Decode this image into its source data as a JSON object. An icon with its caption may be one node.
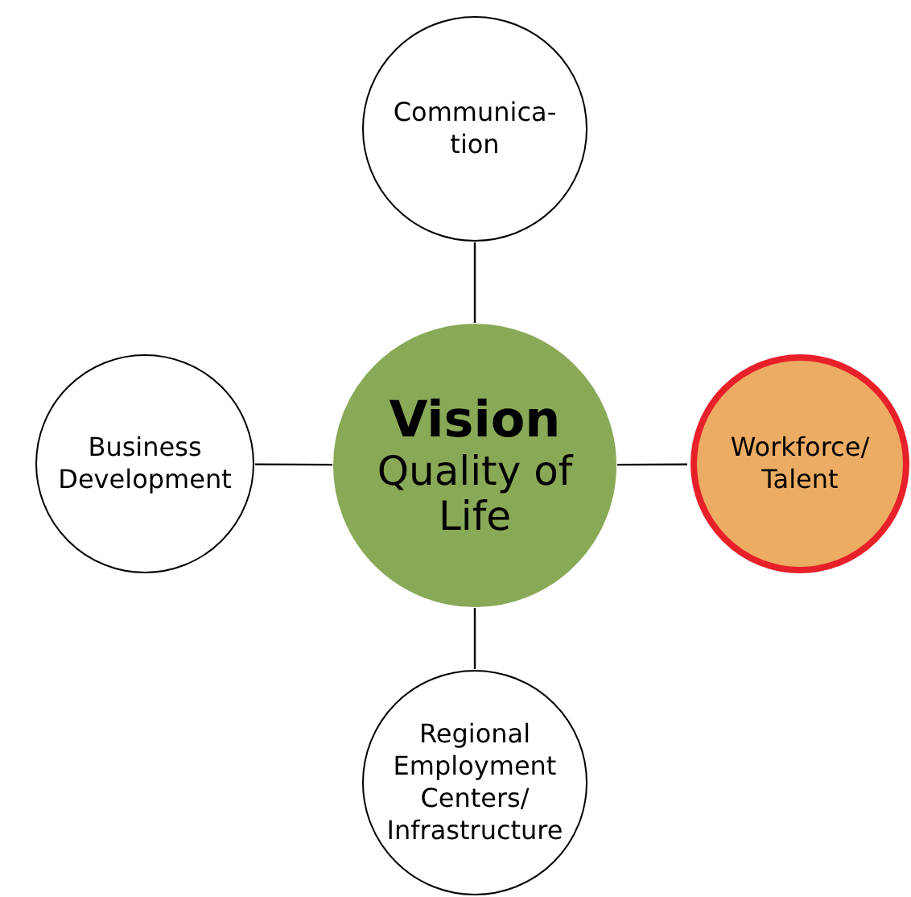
{
  "diagram": {
    "nodes": [
      {
        "text": [
          "Communica- tion"
        ]
      },
      {
        "text": [
          "Business Development"
        ]
      },
      {
        "text": [
          "Vision",
          "Quality of Life"
        ]
      },
      {
        "text": [
          "Workforce/ Talent"
        ]
      },
      {
        "text": [
          "Regional Employment Centers/ Infrastructure"
        ]
      }
    ],
    "edges": [
      {
        "from": 2,
        "to": 0,
        "arrow": "none"
      },
      {
        "from": 2,
        "to": 1,
        "arrow": "none"
      },
      {
        "from": 2,
        "to": 3,
        "arrow": "none"
      },
      {
        "from": 2,
        "to": 4,
        "arrow": "none"
      }
    ]
  }
}
